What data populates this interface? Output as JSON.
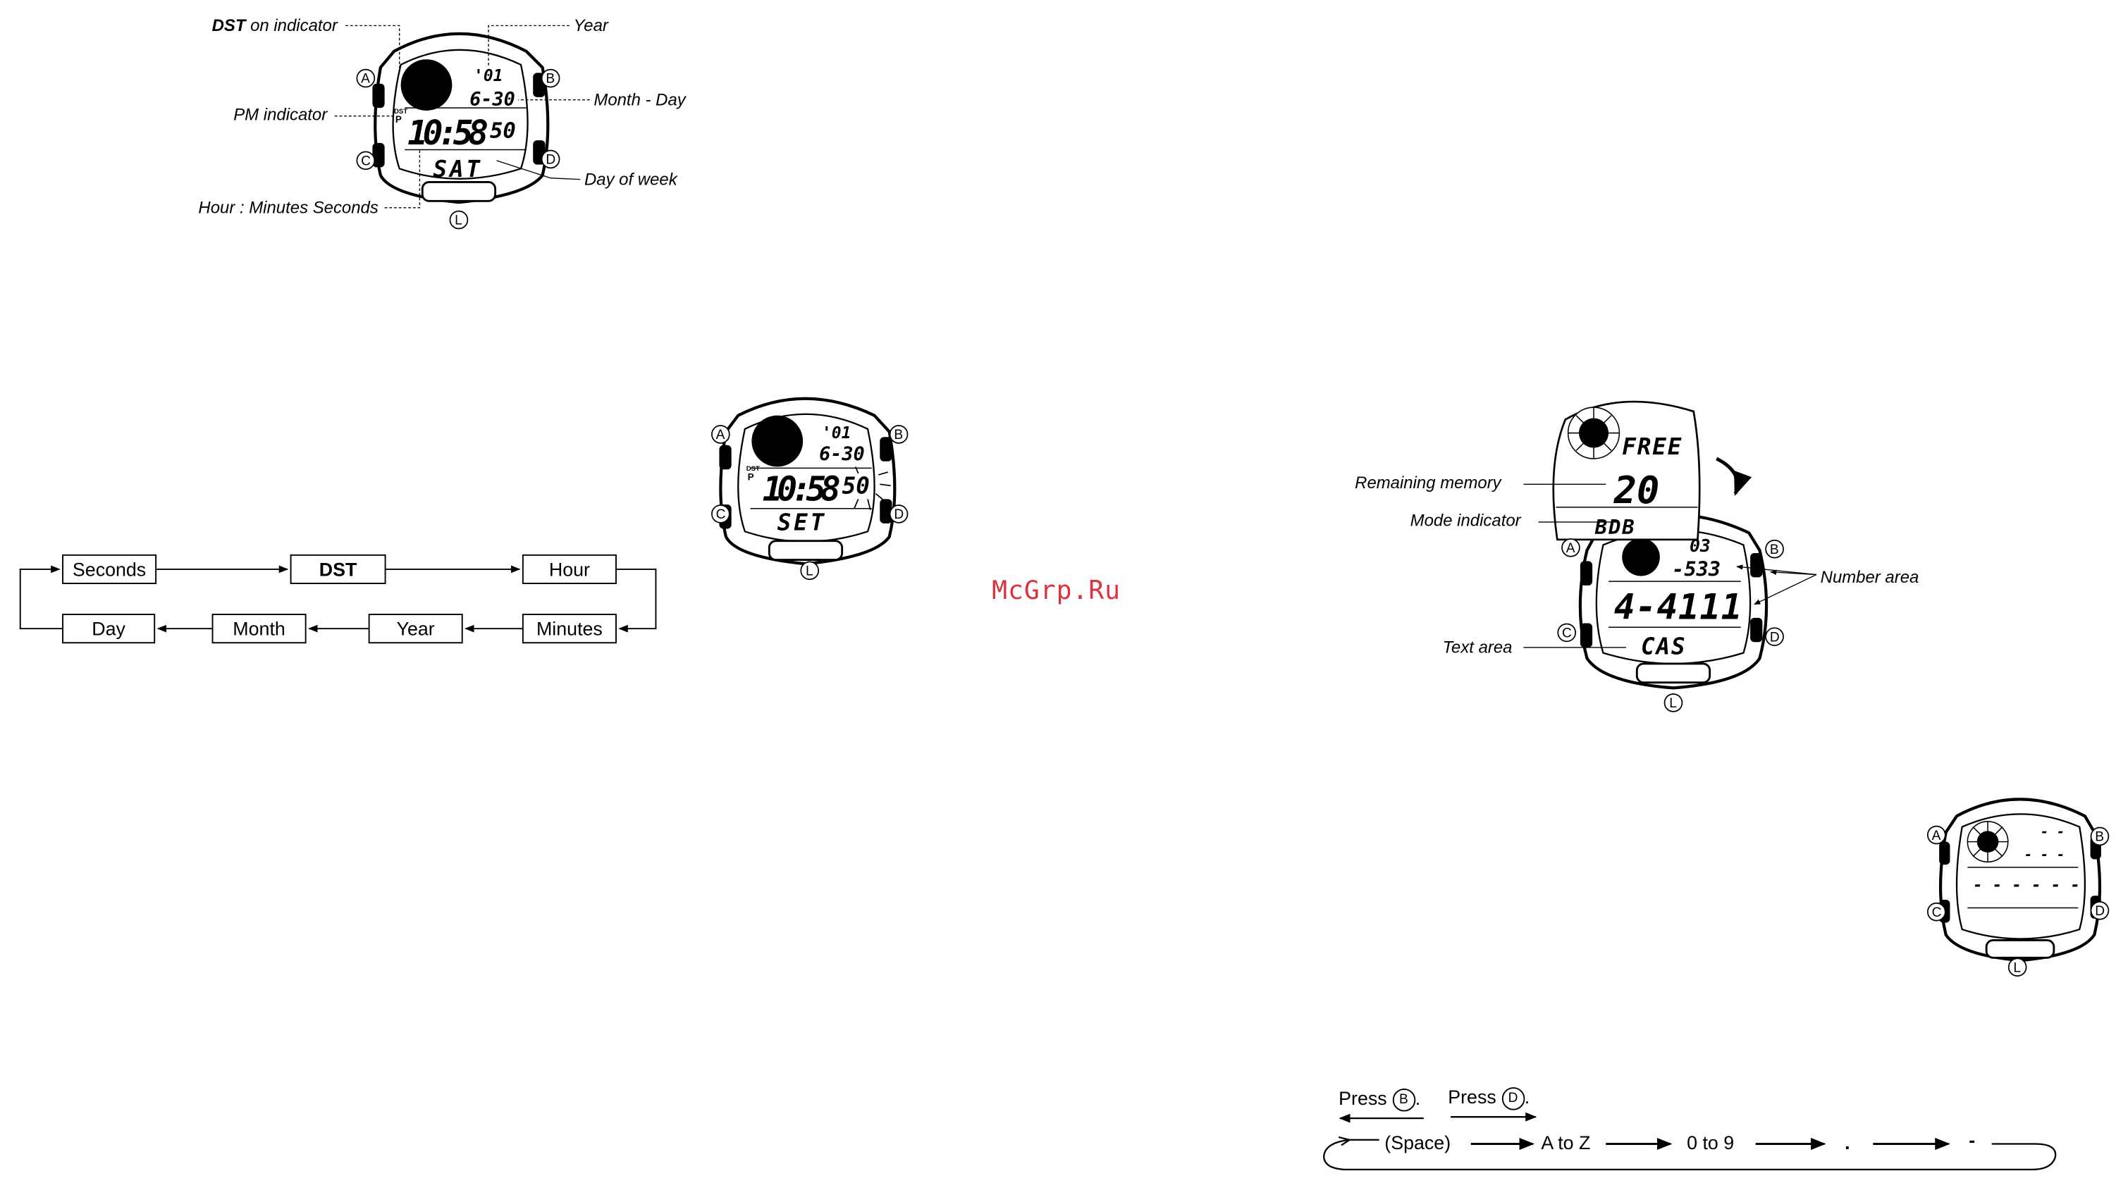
{
  "watch1": {
    "labels": {
      "dst_bold": "DST",
      "dst_rest": " on indicator",
      "year": "Year",
      "pm": "PM indicator",
      "month_day": "Month - Day",
      "day_of_week": "Day of week",
      "hour_minutes": "Hour : Minutes Seconds"
    },
    "display": {
      "year": "'01",
      "date": "6-30",
      "time": "10:58",
      "seconds": "50",
      "text": "SAT",
      "dst": "DST",
      "pm": "P"
    }
  },
  "watch2": {
    "display": {
      "year": "'01",
      "date": "6-30",
      "time": "10:58",
      "seconds": "50",
      "text": "SET",
      "dst": "DST",
      "pm": "P"
    }
  },
  "watch3": {
    "labels": {
      "remaining_memory": "Remaining memory",
      "mode_indicator": "Mode indicator",
      "number_area": "Number area",
      "text_area": "Text area"
    },
    "popup": {
      "top": "FREE",
      "number": "20",
      "mode": "BDB"
    },
    "display": {
      "small1": "03",
      "small2": "-533",
      "number": "4-4111",
      "text": "CAS"
    }
  },
  "watch4": {
    "display": {
      "line1": "- -",
      "line2": "- - -",
      "line3": "- - - - - -"
    }
  },
  "buttons": {
    "a": "A",
    "b": "B",
    "c": "C",
    "d": "D",
    "l": "L"
  },
  "flow": {
    "seconds": "Seconds",
    "dst": "DST",
    "hour": "Hour",
    "minutes": "Minutes",
    "year": "Year",
    "month": "Month",
    "day": "Day"
  },
  "char_sequence": {
    "press_b": "Press",
    "press_b_key": "B",
    "press_d": "Press",
    "press_d_key": "D",
    "items": [
      "(Space)",
      "A to Z",
      "0 to 9",
      ".",
      "-"
    ]
  },
  "watermark": "McGrp.Ru"
}
